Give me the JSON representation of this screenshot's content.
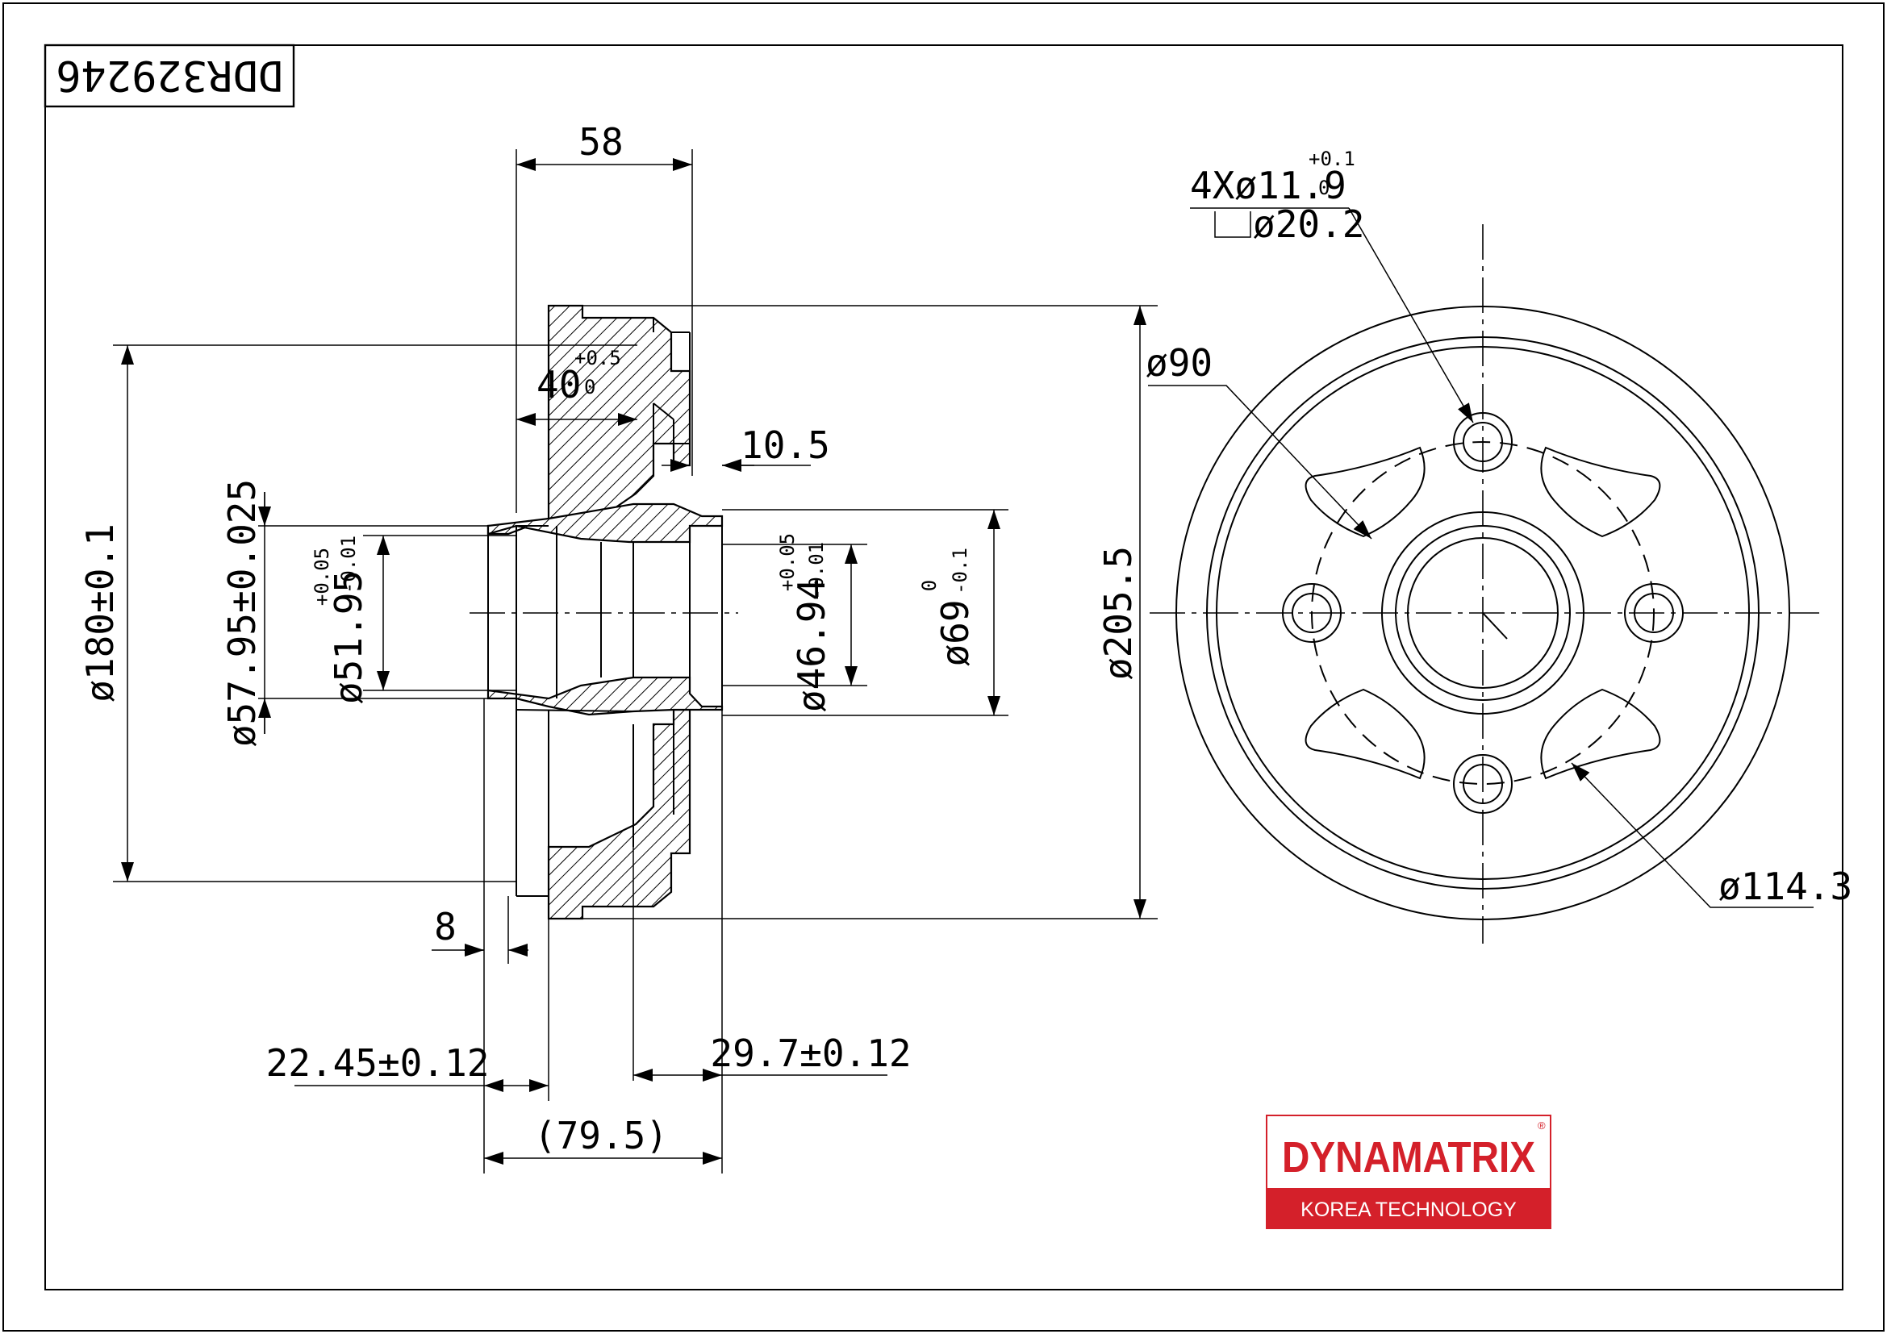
{
  "part_number": "DDR329246",
  "dimensions": {
    "width_58": "58",
    "depth_40": "40",
    "depth_40_tol_upper": "+0.5",
    "depth_40_tol_lower": "0",
    "thickness_10_5": "10.5",
    "dia_180": "ø180±0.1",
    "dia_57_95": "ø57.95±0.025",
    "dia_51_95": "ø51.95",
    "dia_51_95_tol_upper": "+0.05",
    "dia_51_95_tol_lower": "-0.01",
    "dia_46_94": "ø46.94",
    "dia_46_94_tol_upper": "+0.05",
    "dia_46_94_tol_lower": "-0.01",
    "dia_69": "ø69",
    "dia_69_tol_upper": "0",
    "dia_69_tol_lower": "-0.1",
    "dia_205_5": "ø205.5",
    "offset_8": "8",
    "offset_22_45": "22.45±0.12",
    "offset_29_7": "29.7±0.12",
    "overall_79_5": "(79.5)",
    "dia_90": "ø90",
    "holes": "4Xø11.9",
    "holes_tol_upper": "+0.1",
    "holes_tol_lower": "0",
    "counterbore": "ø20.2",
    "pcd_114_3": "ø114.3"
  },
  "logo": {
    "name": "DYNAMATRIX",
    "tagline": "KOREA TECHNOLOGY",
    "registered": "®",
    "brand_color": "#d4202a"
  }
}
